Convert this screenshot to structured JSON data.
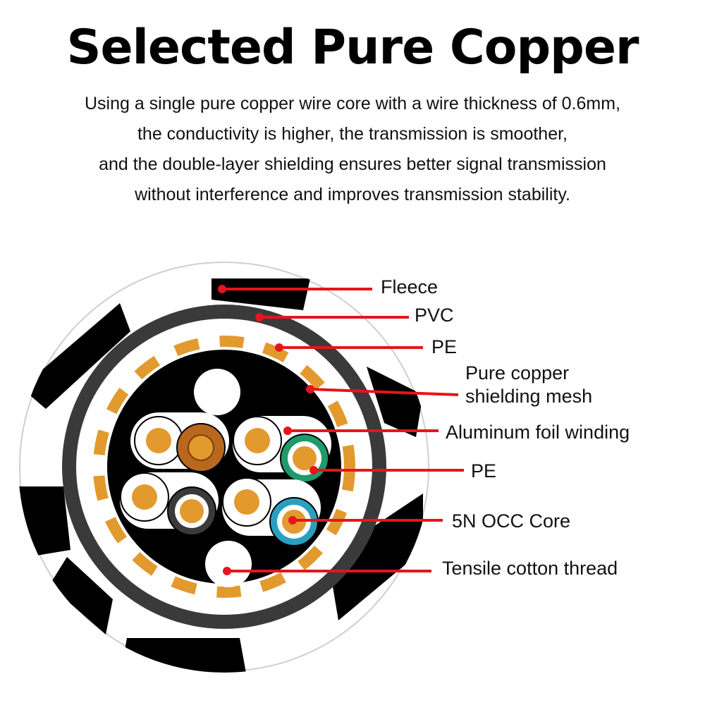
{
  "heading": "Selected Pure Copper",
  "description": [
    "Using a single pure copper wire core with a wire thickness of 0.6mm,",
    "the conductivity is higher, the transmission is smoother,",
    "and the double-layer shielding ensures better signal transmission",
    "without interference and improves transmission stability."
  ],
  "labels": {
    "fleece": "Fleece",
    "pvc": "PVC",
    "pe_outer": "PE",
    "shield_line1": "Pure copper",
    "shield_line2": "shielding mesh",
    "foil": "Aluminum foil winding",
    "pe_inner": "PE",
    "core": "5N OCC Core",
    "thread": "Tensile cotton thread"
  },
  "colors": {
    "leader": "#e8141b",
    "copper": "#e29a2e",
    "dark_jacket": "#3a3a3a",
    "green_pe": "#1f9a6a",
    "blue_pe": "#2aa0c0",
    "brown_pe": "#b8681e"
  }
}
